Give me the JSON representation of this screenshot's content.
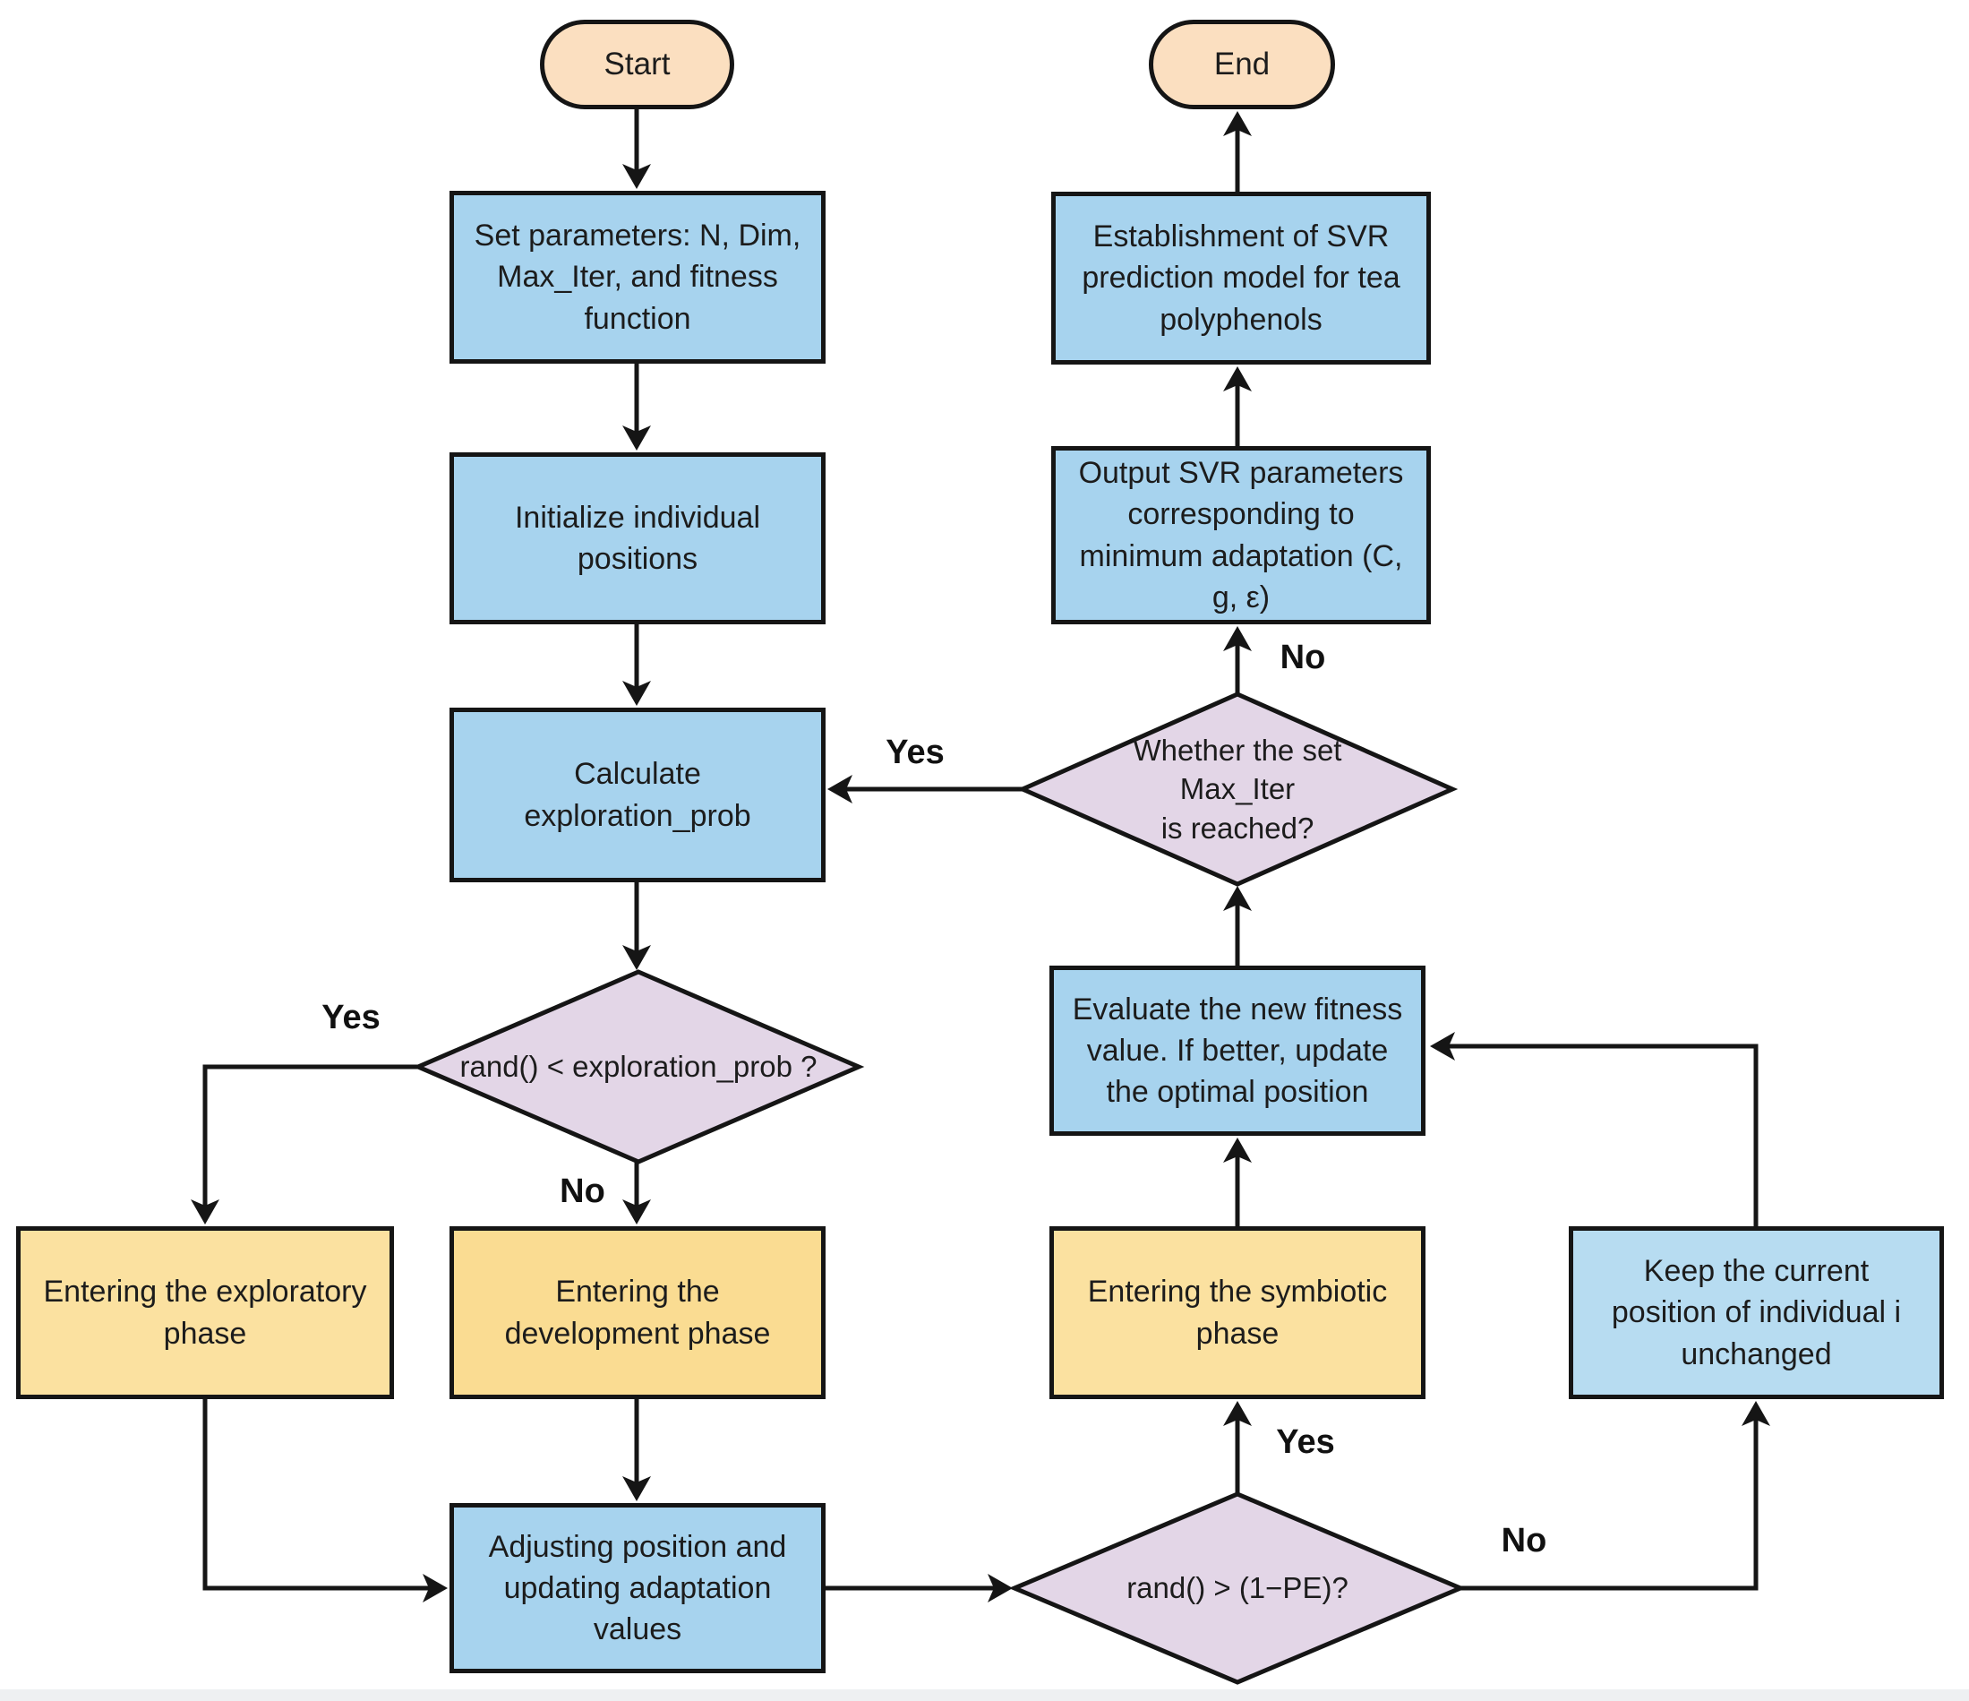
{
  "figure": {
    "type": "flowchart",
    "background": "#ffffff",
    "bottom_strip_color": "#eef0f2"
  },
  "colors": {
    "process_fill": "#a7d3ee",
    "process_fill_light": "#b7dcf1",
    "phase_fill": "#fbe1a0",
    "phase_fill_deep": "#fadc92",
    "decision_fill": "#e3d6e7",
    "terminal_fill": "#fbdfc0",
    "stroke": "#151515"
  },
  "nodes": {
    "start": "Start",
    "end": "End",
    "set_params": "Set parameters: N, Dim,\nMax_Iter, and fitness\nfunction",
    "initialize": "Initialize individual\npositions",
    "calculate": "Calculate\nexploration_prob",
    "decision_exploration": "rand() < exploration_prob ?",
    "exploratory": "Entering the exploratory\nphase",
    "development": "Entering the\ndevelopment phase",
    "adjusting": "Adjusting position and\nupdating adaptation\nvalues",
    "decision_pe": "rand() > (1−PE)?",
    "symbiotic": "Entering the symbiotic\nphase",
    "keep": "Keep the current\nposition of individual i\nunchanged",
    "evaluate": "Evaluate the new fitness\nvalue. If better, update\nthe optimal position",
    "decision_maxiter": "Whether the set\nMax_Iter\nis reached?",
    "output_svr": "Output SVR parameters\ncorresponding to\nminimum adaptation (C,\ng, ε)",
    "establishment": "Establishment of SVR\nprediction model for tea\npolyphenols"
  },
  "edge_labels": {
    "exploration_yes": "Yes",
    "exploration_no": "No",
    "pe_yes": "Yes",
    "pe_no": "No",
    "maxiter_yes": "Yes",
    "maxiter_no": "No"
  }
}
